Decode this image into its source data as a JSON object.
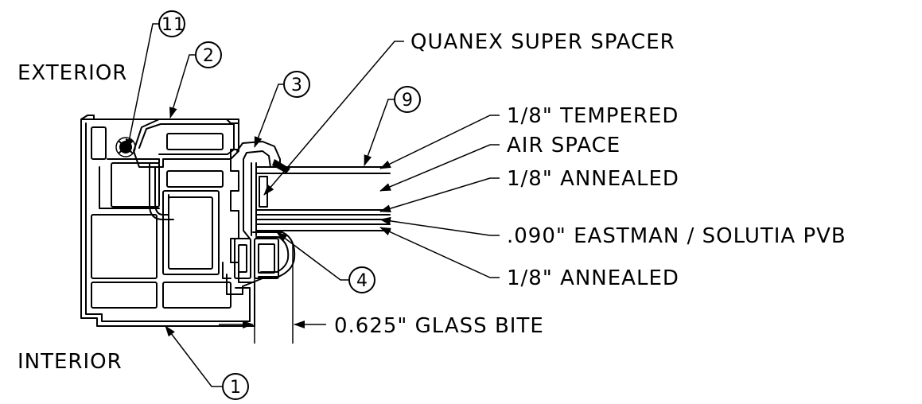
{
  "labels": {
    "exterior": "EXTERIOR",
    "interior": "INTERIOR"
  },
  "callouts": {
    "c1": "1",
    "c2": "2",
    "c3": "3",
    "c4": "4",
    "c9": "9",
    "c11": "11"
  },
  "glazing": {
    "spacer": "QUANEX SUPER SPACER",
    "layer_tempered": "1/8\" TEMPERED",
    "layer_air": "AIR SPACE",
    "layer_annealed_1": "1/8\" ANNEALED",
    "layer_pvb": ".090\" EASTMAN / SOLUTIA PVB",
    "layer_annealed_2": "1/8\" ANNEALED"
  },
  "dimension": {
    "glass_bite": "0.625\" GLASS BITE"
  }
}
